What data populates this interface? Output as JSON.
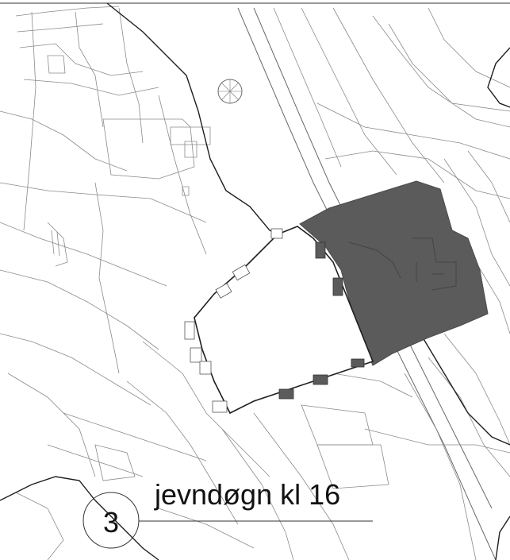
{
  "caption": {
    "number": "3",
    "title": "jevndøgn kl 16"
  },
  "colors": {
    "shadow": "#5b5b5b",
    "site_outline": "#1e1e1e",
    "base_lines": "#8a8a8a",
    "background": "#ffffff"
  },
  "icons": {
    "compass_rose": "circle-with-spokes"
  }
}
